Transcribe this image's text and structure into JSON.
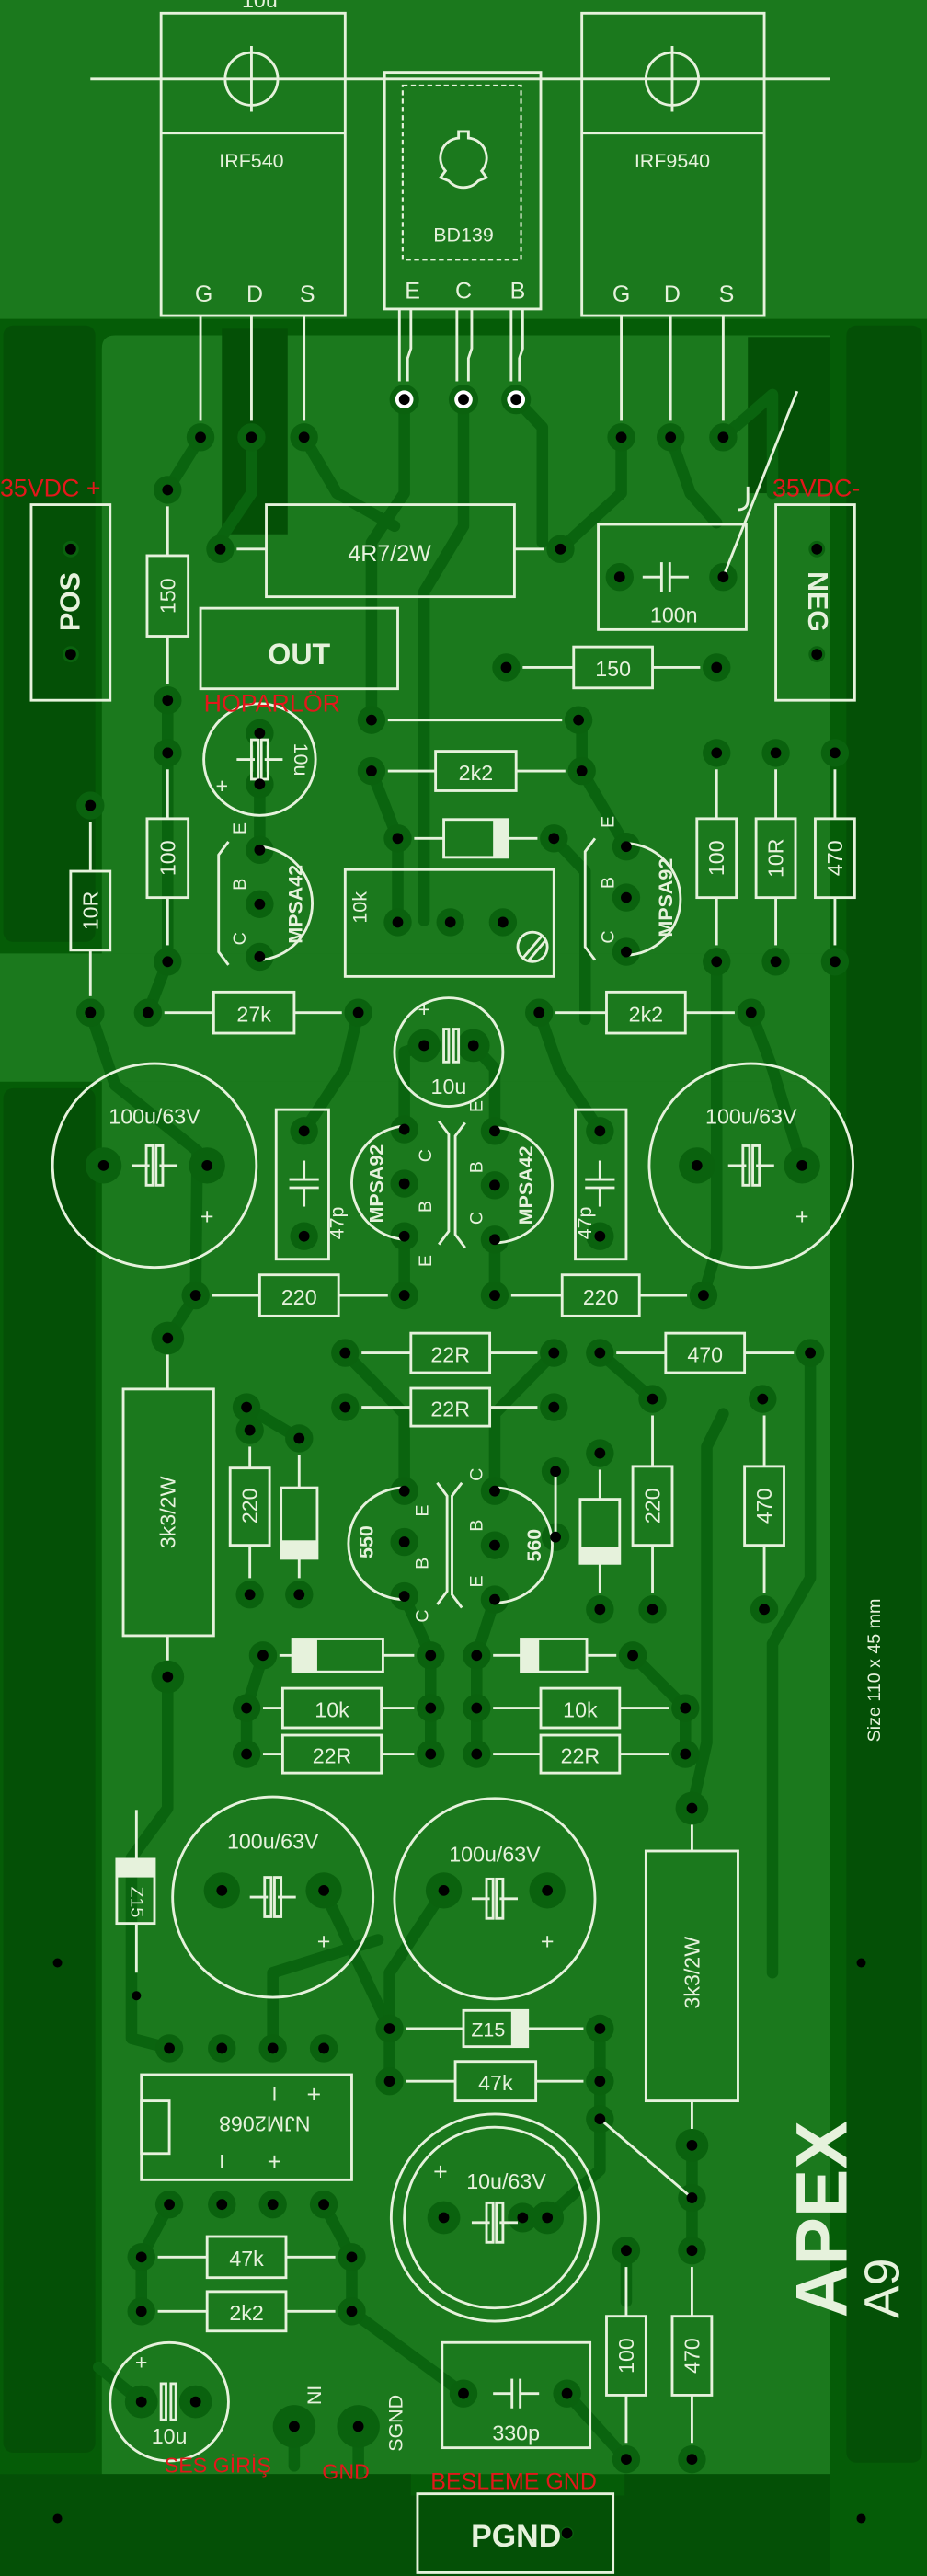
{
  "devices": {
    "irf540": "IRF540",
    "bd139": "BD139",
    "irf9540": "IRF9540"
  },
  "pin_labels": {
    "G": "G",
    "D": "D",
    "S": "S",
    "E": "E",
    "B": "B",
    "C": "C",
    "plus": "+",
    "minus": "I"
  },
  "connectors": {
    "pos": "POS",
    "neg": "NEG",
    "out": "OUT",
    "pgnd": "PGND",
    "in": "IN",
    "sgnd": "SGND"
  },
  "annotations": {
    "pos_supply": "35VDC +",
    "neg_supply": "35VDC-",
    "speaker": "HOPARLÖR",
    "audio_input": "SES GİRİŞ",
    "input_ground": "GND",
    "supply_ground": "BESLEME GND"
  },
  "parts": [
    "4R7/2W",
    "150",
    "100n",
    "150",
    "10u",
    "2k2",
    "10R",
    "100",
    "MPSA42",
    "10k",
    "MPSA92",
    "100",
    "10R",
    "470",
    "27k",
    "10u",
    "2k2",
    "100u/63V",
    "47p",
    "MPSA92",
    "MPSA42",
    "47p",
    "100u/63V",
    "220",
    "220",
    "22R",
    "470",
    "22R",
    "3k3/2W",
    "220",
    "550",
    "560",
    "220",
    "470",
    "10k",
    "10k",
    "22R",
    "22R",
    "Z15",
    "100u/63V",
    "100u/63V",
    "3k3/2W",
    "Z15",
    "47k",
    "NJM2068",
    "10u/63V",
    "47k",
    "2k2",
    "10u",
    "330p",
    "100",
    "470"
  ],
  "branding": {
    "logo": "APEX",
    "model": "A9",
    "size": "Size   110 x 45 mm"
  },
  "colors": {
    "board": "#055c07",
    "copper": "#1b791d",
    "silkscreen": "#e6f2dc",
    "annotation": "#e3171b",
    "hole": "#000000"
  }
}
